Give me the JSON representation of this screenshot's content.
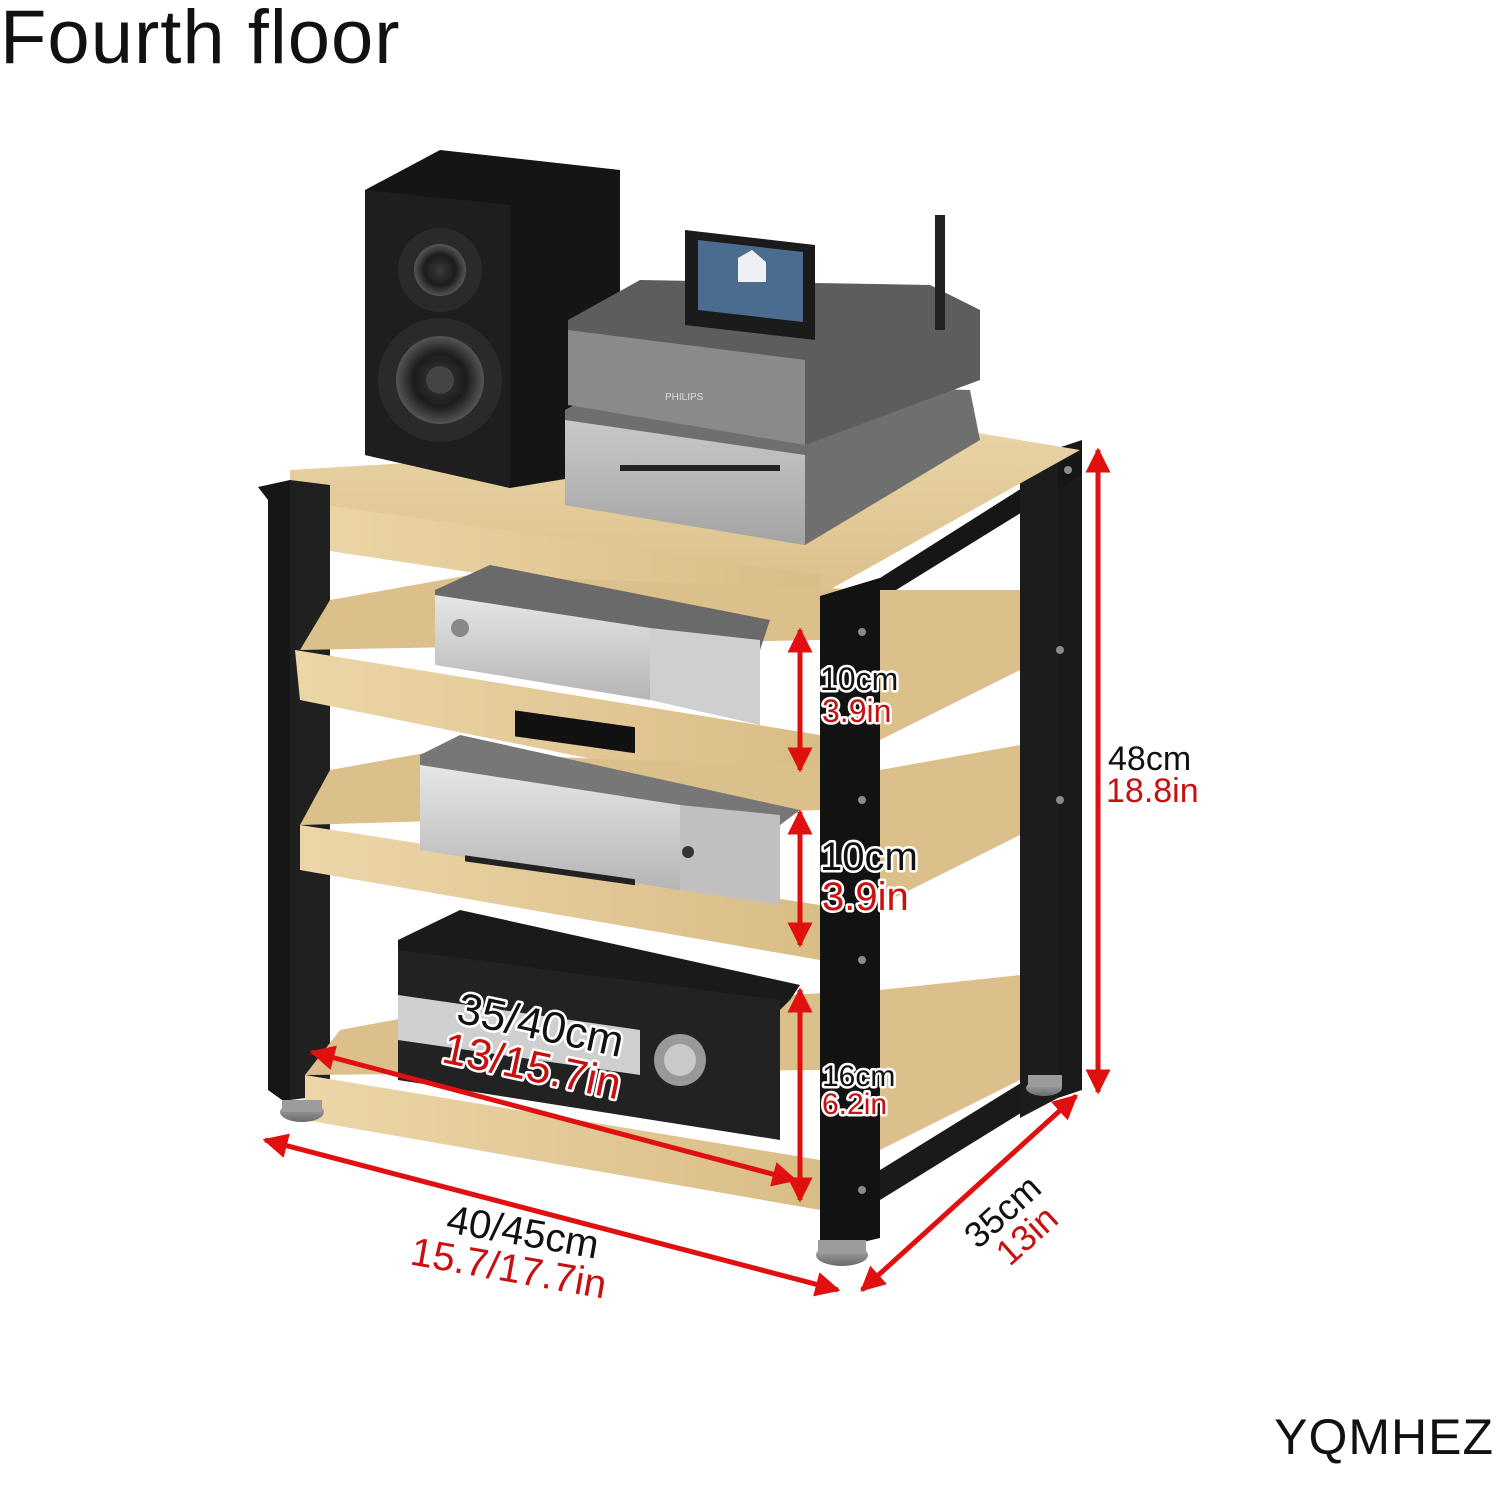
{
  "title": "Fourth floor",
  "brand": "YQMHEZ",
  "colors": {
    "arrow": "#e01010",
    "inch_text": "#c81010",
    "cm_text": "#111111",
    "frame": "#141414",
    "wood": "#e3c997"
  },
  "dimensions": {
    "total_height": {
      "cm": "48cm",
      "inch": "18.8in"
    },
    "gap_top": {
      "cm": "10cm",
      "inch": "3.9in"
    },
    "gap_middle": {
      "cm": "10cm",
      "inch": "3.9in"
    },
    "gap_bottom": {
      "cm": "16cm",
      "inch": "6.2in"
    },
    "inner_width": {
      "cm": "35/40cm",
      "inch": "13/15.7in"
    },
    "outer_width": {
      "cm": "40/45cm",
      "inch": "15.7/17.7in"
    },
    "depth": {
      "cm": "35cm",
      "inch": "13in"
    }
  },
  "device_labels": {
    "top_unit_brand": "PHILIPS"
  }
}
